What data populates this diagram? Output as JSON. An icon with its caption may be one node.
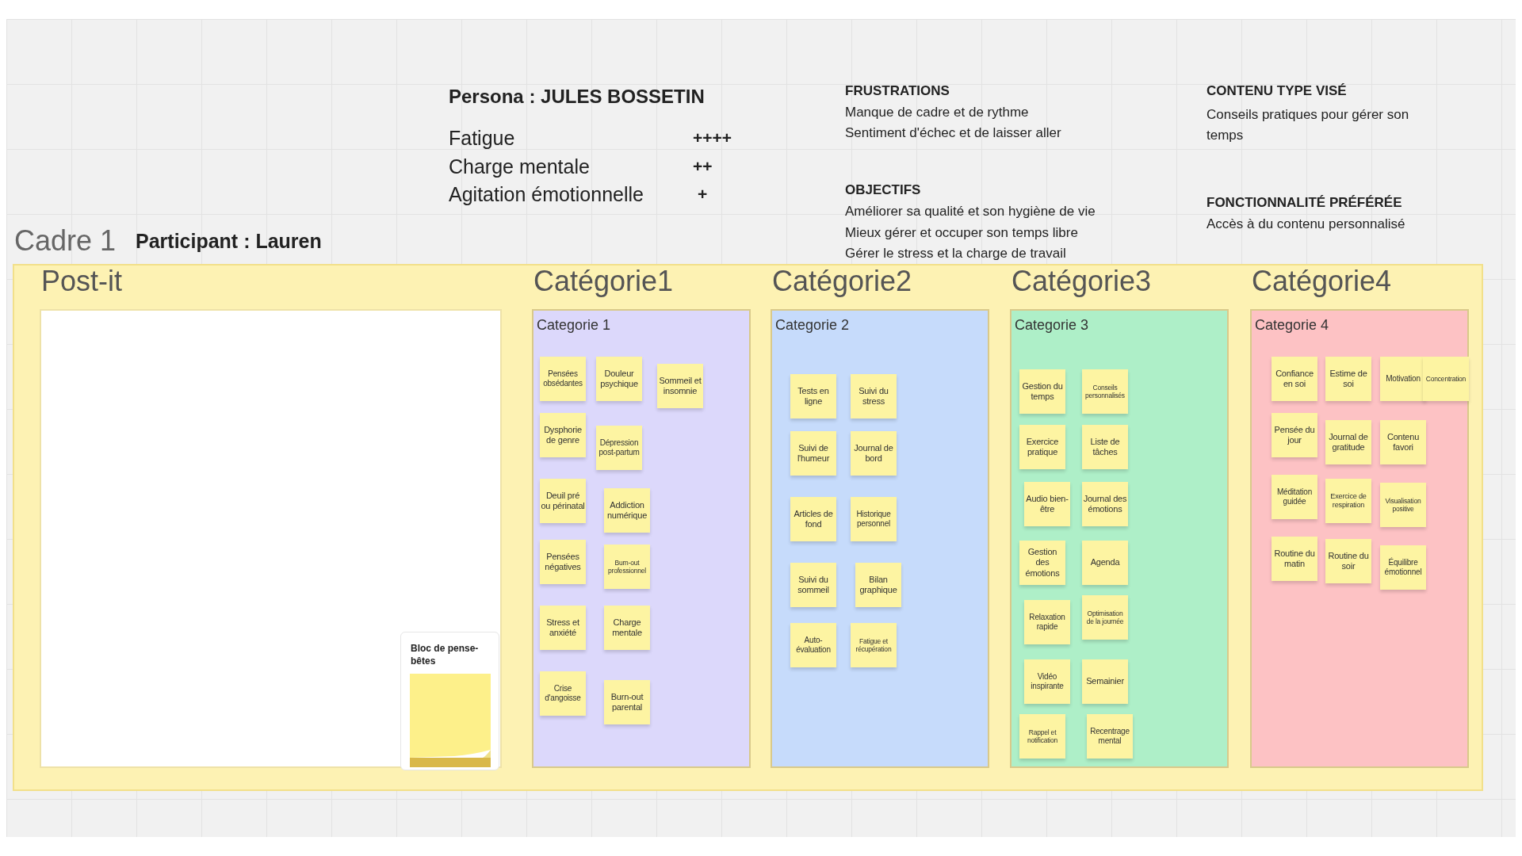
{
  "diagram": {
    "nodes": [
      {
        "text": [
          "Cadre 1"
        ]
      },
      {
        "text": [
          "Post-it"
        ],
        "in": 0
      },
      {
        "text": [
          "Bloc de pense-bêtes"
        ],
        "in": 1
      },
      {
        "text": [
          "Catégorie1",
          "Categorie 1"
        ],
        "in": 0
      },
      {
        "text": [
          "Pensées obsédantes"
        ],
        "in": 3
      },
      {
        "text": [
          "Douleur psychique"
        ],
        "in": 3
      },
      {
        "text": [
          "Sommeil et insomnie"
        ],
        "in": 3
      },
      {
        "text": [
          "Dysphorie de genre"
        ],
        "in": 3
      },
      {
        "text": [
          "Dépression post-partum"
        ],
        "in": 3
      },
      {
        "text": [
          "Deuil pré ou périnatal"
        ],
        "in": 3
      },
      {
        "text": [
          "Addiction numérique"
        ],
        "in": 3
      },
      {
        "text": [
          "Pensées négatives"
        ],
        "in": 3
      },
      {
        "text": [
          "Burn-out professionnel"
        ],
        "in": 3
      },
      {
        "text": [
          "Stress et anxiété"
        ],
        "in": 3
      },
      {
        "text": [
          "Charge mentale"
        ],
        "in": 3
      },
      {
        "text": [
          "Crise d'angoisse"
        ],
        "in": 3
      },
      {
        "text": [
          "Burn-out parental"
        ],
        "in": 3
      },
      {
        "text": [
          "Catégorie2",
          "Categorie 2"
        ],
        "in": 0
      },
      {
        "text": [
          "Tests en ligne"
        ],
        "in": 17
      },
      {
        "text": [
          "Suivi du stress"
        ],
        "in": 17
      },
      {
        "text": [
          "Suivi de l'humeur"
        ],
        "in": 17
      },
      {
        "text": [
          "Journal de bord"
        ],
        "in": 17
      },
      {
        "text": [
          "Articles de fond"
        ],
        "in": 17
      },
      {
        "text": [
          "Historique personnel"
        ],
        "in": 17
      },
      {
        "text": [
          "Suivi du sommeil"
        ],
        "in": 17
      },
      {
        "text": [
          "Bilan graphique"
        ],
        "in": 17
      },
      {
        "text": [
          "Auto-évaluation"
        ],
        "in": 17
      },
      {
        "text": [
          "Fatigue et récupération"
        ],
        "in": 17
      },
      {
        "text": [
          "Catégorie3",
          "Categorie 3"
        ],
        "in": 0
      },
      {
        "text": [
          "Gestion du temps"
        ],
        "in": 28
      },
      {
        "text": [
          "Conseils personnalisés"
        ],
        "in": 28
      },
      {
        "text": [
          "Exercice pratique"
        ],
        "in": 28
      },
      {
        "text": [
          "Liste de tâches"
        ],
        "in": 28
      },
      {
        "text": [
          "Audio bien-être"
        ],
        "in": 28
      },
      {
        "text": [
          "Journal des émotions"
        ],
        "in": 28
      },
      {
        "text": [
          "Gestion des émotions"
        ],
        "in": 28
      },
      {
        "text": [
          "Agenda"
        ],
        "in": 28
      },
      {
        "text": [
          "Relaxation rapide"
        ],
        "in": 28
      },
      {
        "text": [
          "Optimisation de la journée"
        ],
        "in": 28
      },
      {
        "text": [
          "Vidéo inspirante"
        ],
        "in": 28
      },
      {
        "text": [
          "Semainier"
        ],
        "in": 28
      },
      {
        "text": [
          "Rappel et notification"
        ],
        "in": 28
      },
      {
        "text": [
          "Recentrage mental"
        ],
        "in": 28
      },
      {
        "text": [
          "Catégorie4",
          "Categorie 4"
        ],
        "in": 0
      },
      {
        "text": [
          "Confiance en soi"
        ],
        "in": 43
      },
      {
        "text": [
          "Estime de soi"
        ],
        "in": 43
      },
      {
        "text": [
          "Motivation"
        ],
        "in": 43
      },
      {
        "text": [
          "Concentration"
        ],
        "in": 43
      },
      {
        "text": [
          "Pensée du jour"
        ],
        "in": 43
      },
      {
        "text": [
          "Journal de gratitude"
        ],
        "in": 43
      },
      {
        "text": [
          "Contenu favori"
        ],
        "in": 43
      },
      {
        "text": [
          "Méditation guidée"
        ],
        "in": 43
      },
      {
        "text": [
          "Exercice de respiration"
        ],
        "in": 43
      },
      {
        "text": [
          "Visualisation positive"
        ],
        "in": 43
      },
      {
        "text": [
          "Routine du matin"
        ],
        "in": 43
      },
      {
        "text": [
          "Routine du soir"
        ],
        "in": 43
      },
      {
        "text": [
          "Équilibre émotionnel"
        ],
        "in": 43
      }
    ],
    "edges": [],
    "labels": [
      "Persona : JULES BOSSETIN",
      "FRUSTRATIONS",
      "Manque de cadre et de rythme",
      "Sentiment d'échec et de laisser aller",
      "CONTENU TYPE VISÉ",
      "Conseils pratiques pour gérer son temps",
      "Fatigue",
      "++++",
      "Charge mentale",
      "++",
      "Agitation émotionnelle",
      "+",
      "OBJECTIFS",
      "Améliorer sa qualité et son hygiène de vie",
      "Mieux gérer et occuper son temps libre",
      "Gérer le stress et la charge de travail",
      "FONCTIONNALITÉ PRÉFÉRÉE",
      "Accès à du contenu personnalisé",
      "Participant : Lauren"
    ]
  }
}
